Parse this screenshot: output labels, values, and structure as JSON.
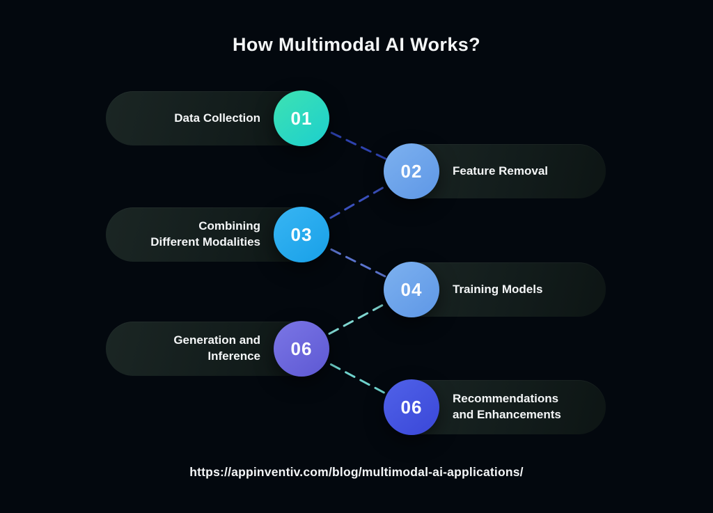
{
  "title": "How Multimodal AI Works?",
  "steps": [
    {
      "number": "01",
      "label": "Data Collection",
      "side": "left",
      "circle_color": "#2ed8bf"
    },
    {
      "number": "02",
      "label": "Feature Removal",
      "side": "right",
      "circle_color": "#6ea7eb"
    },
    {
      "number": "03",
      "label": "Combining\nDifferent Modalities",
      "side": "left",
      "circle_color": "#27a9ee"
    },
    {
      "number": "04",
      "label": "Training Models",
      "side": "right",
      "circle_color": "#6ea7eb"
    },
    {
      "number": "06",
      "label": "Generation and\nInference",
      "side": "left",
      "circle_color": "#6d68dc"
    },
    {
      "number": "06",
      "label": "Recommendations\nand Enhancements",
      "side": "right",
      "circle_color": "#4555e0"
    }
  ],
  "connectors": [
    {
      "from": "01",
      "to": "02",
      "color": "#2e42ae"
    },
    {
      "from": "02",
      "to": "03",
      "color": "#3a50bc"
    },
    {
      "from": "03",
      "to": "04",
      "color": "#5b74ce"
    },
    {
      "from": "04",
      "to": "06",
      "color": "#7fd6d0"
    },
    {
      "from": "06",
      "to": "06",
      "color": "#6fd2cc"
    }
  ],
  "footer": {
    "url": "https://appinventiv.com/blog/multimodal-ai-applications/"
  },
  "colors": {
    "background": "#03080e",
    "pill": "#141e1d",
    "text": "#f4f6f7"
  }
}
